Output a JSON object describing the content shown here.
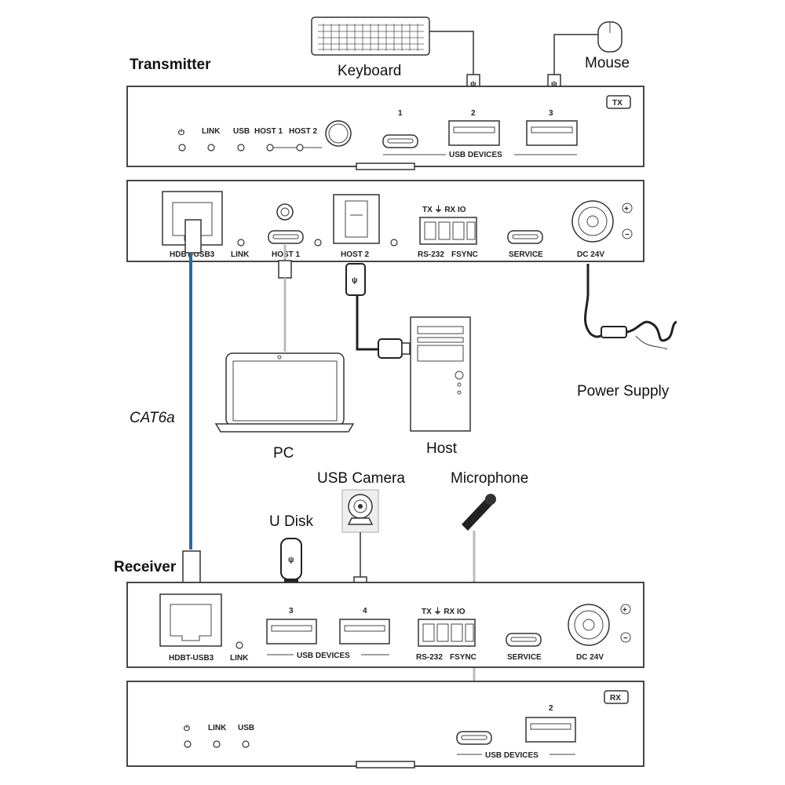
{
  "labels": {
    "transmitter": "Transmitter",
    "receiver": "Receiver",
    "keyboard": "Keyboard",
    "mouse": "Mouse",
    "pc": "PC",
    "host": "Host",
    "power_supply": "Power Supply",
    "cat6a": "CAT6a",
    "usb_camera": "USB Camera",
    "microphone": "Microphone",
    "u_disk": "U Disk"
  },
  "tx_front": {
    "badge": "TX",
    "led_power": "⏻",
    "led_link": "LINK",
    "led_usb": "USB",
    "led_host1": "HOST 1",
    "led_host2": "HOST 2",
    "port1": "1",
    "port2": "2",
    "port3": "3",
    "usb_devices": "USB DEVICES"
  },
  "tx_rear": {
    "hdbt": "HDBT-USB3",
    "link": "LINK",
    "host1": "HOST 1",
    "host2": "HOST 2",
    "serial_top": "TX ⏚ RX IO",
    "rs232": "RS-232",
    "fsync": "FSYNC",
    "service": "SERVICE",
    "dc": "DC 24V"
  },
  "rx_rear": {
    "hdbt": "HDBT-USB3",
    "link": "LINK",
    "port3": "3",
    "port4": "4",
    "usb_devices": "USB DEVICES",
    "serial_top": "TX ⏚ RX IO",
    "rs232": "RS-232",
    "fsync": "FSYNC",
    "service": "SERVICE",
    "dc": "DC 24V"
  },
  "rx_front": {
    "badge": "RX",
    "led_power": "⏻",
    "led_link": "LINK",
    "led_usb": "USB",
    "port2": "2",
    "usb_devices": "USB DEVICES"
  },
  "colors": {
    "cat_cable": "#2a6aa8",
    "panel_stroke": "#333333"
  }
}
